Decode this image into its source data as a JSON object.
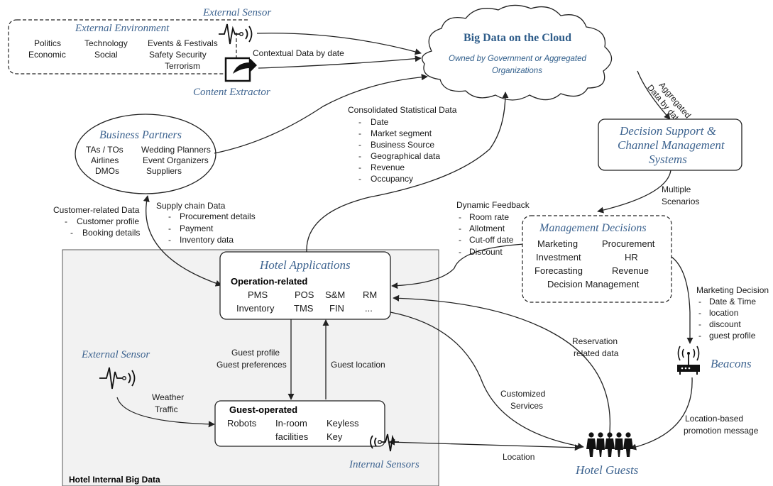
{
  "cloud": {
    "title": "Big Data on the Cloud",
    "subtitle_line1": "Owned by Government or Aggregated",
    "subtitle_line2": "Organizations"
  },
  "external_env": {
    "title": "External Environment",
    "col1": [
      "Politics",
      "Economic"
    ],
    "col2": [
      "Technology",
      "Social"
    ],
    "col3": [
      "Events & Festivals",
      "Safety Security",
      "Terrorism"
    ]
  },
  "external_sensor_top": {
    "label": "External Sensor"
  },
  "content_extractor": {
    "label": "Content Extractor"
  },
  "contextual_data": {
    "label": "Contextual Data by date"
  },
  "aggregated_data": {
    "line1": "Aggregated",
    "line2": "Data by date"
  },
  "business_partners": {
    "title": "Business Partners",
    "col1": [
      "TAs / TOs",
      "Airlines",
      "DMOs"
    ],
    "col2": [
      "Wedding Planners",
      "Event Organizers",
      "Suppliers"
    ]
  },
  "consolidated": {
    "title": "Consolidated Statistical Data",
    "items": [
      "Date",
      "Market segment",
      "Business Source",
      "Geographical data",
      "Revenue",
      "Occupancy"
    ]
  },
  "dss": {
    "line1": "Decision Support &",
    "line2": "Channel Management",
    "line3": "Systems"
  },
  "multiple_scenarios": {
    "line1": "Multiple",
    "line2": "Scenarios"
  },
  "dynamic_feedback": {
    "title": "Dynamic Feedback",
    "items": [
      "Room rate",
      "Allotment",
      "Cut-off date",
      "Discount"
    ]
  },
  "mgmt_decisions": {
    "title": "Management Decisions",
    "row1": [
      "Marketing",
      "Procurement"
    ],
    "row2": [
      "Investment",
      "HR"
    ],
    "row3": [
      "Forecasting",
      "Revenue"
    ],
    "row4": "Decision Management"
  },
  "customer_data": {
    "title": "Customer-related Data",
    "items": [
      "Customer profile",
      "Booking details"
    ]
  },
  "supply_chain": {
    "title": "Supply chain Data",
    "items": [
      "Procurement details",
      "Payment",
      "Inventory data"
    ]
  },
  "hotel_apps": {
    "title": "Hotel Applications",
    "subtitle": "Operation-related",
    "row1": [
      "PMS",
      "POS",
      "S&M",
      "RM"
    ],
    "row2": [
      "Inventory",
      "TMS",
      "FIN",
      "..."
    ]
  },
  "guest_profile": {
    "line1": "Guest profile",
    "line2": "Guest preferences"
  },
  "guest_location": {
    "label": "Guest location"
  },
  "external_sensor_inner": {
    "label": "External Sensor"
  },
  "weather": {
    "line1": "Weather",
    "line2": "Traffic"
  },
  "guest_operated": {
    "title": "Guest-operated",
    "row1": [
      "Robots",
      "In-room",
      "Keyless"
    ],
    "row2": [
      "facilities",
      "Key"
    ]
  },
  "internal_sensors": {
    "label": "Internal Sensors"
  },
  "hotel_internal": {
    "label": "Hotel Internal Big Data"
  },
  "marketing_decision": {
    "title": "Marketing Decision",
    "items": [
      "Date & Time",
      "location",
      "discount",
      "guest profile"
    ]
  },
  "beacons": {
    "label": "Beacons"
  },
  "reservation": {
    "line1": "Reservation",
    "line2": "related data"
  },
  "customized": {
    "line1": "Customized",
    "line2": "Services"
  },
  "location": {
    "label": "Location"
  },
  "location_promo": {
    "line1": "Location-based",
    "line2": "promotion message"
  },
  "hotel_guests": {
    "label": "Hotel Guests"
  },
  "colors": {
    "accent": "#3e6490",
    "panel": "#f2f2f2",
    "line": "#222222"
  }
}
